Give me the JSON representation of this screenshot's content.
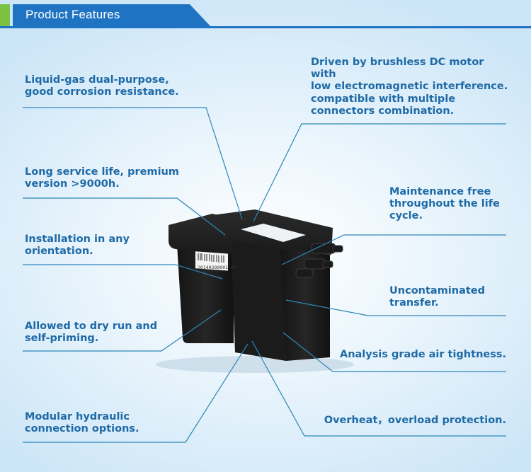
{
  "header": {
    "title": "Product Features"
  },
  "device": {
    "label_number": "20140200001 08"
  },
  "features": {
    "liquid_gas_1": "Liquid-gas dual-purpose,",
    "liquid_gas_2": "good corrosion resistance.",
    "motor_1": "Driven by brushless DC motor with",
    "motor_2": "low electromagnetic interference.",
    "connectors_1": "compatible with multiple",
    "connectors_2": "connectors combination.",
    "service_1": "Long service life, premium",
    "service_2": "version >9000h.",
    "maintenance_1": "Maintenance free",
    "maintenance_2": "throughout the life",
    "maintenance_3": "cycle.",
    "install_1": "Installation in any",
    "install_2": "orientation.",
    "uncontam_1": "Uncontaminated",
    "uncontam_2": "transfer.",
    "dry_run_1": "Allowed to dry run and",
    "dry_run_2": "self-priming.",
    "air_tight": "Analysis grade air tightness.",
    "modular_1": "Modular hydraulic",
    "modular_2": "connection options.",
    "overheat": "Overheat，overload protection."
  },
  "colors": {
    "header_blue": "#1f73c3",
    "header_green": "#7bc142",
    "text_blue": "#1f6aa6",
    "line_blue": "#2f86b8",
    "device_black": "#1d1d1d"
  }
}
